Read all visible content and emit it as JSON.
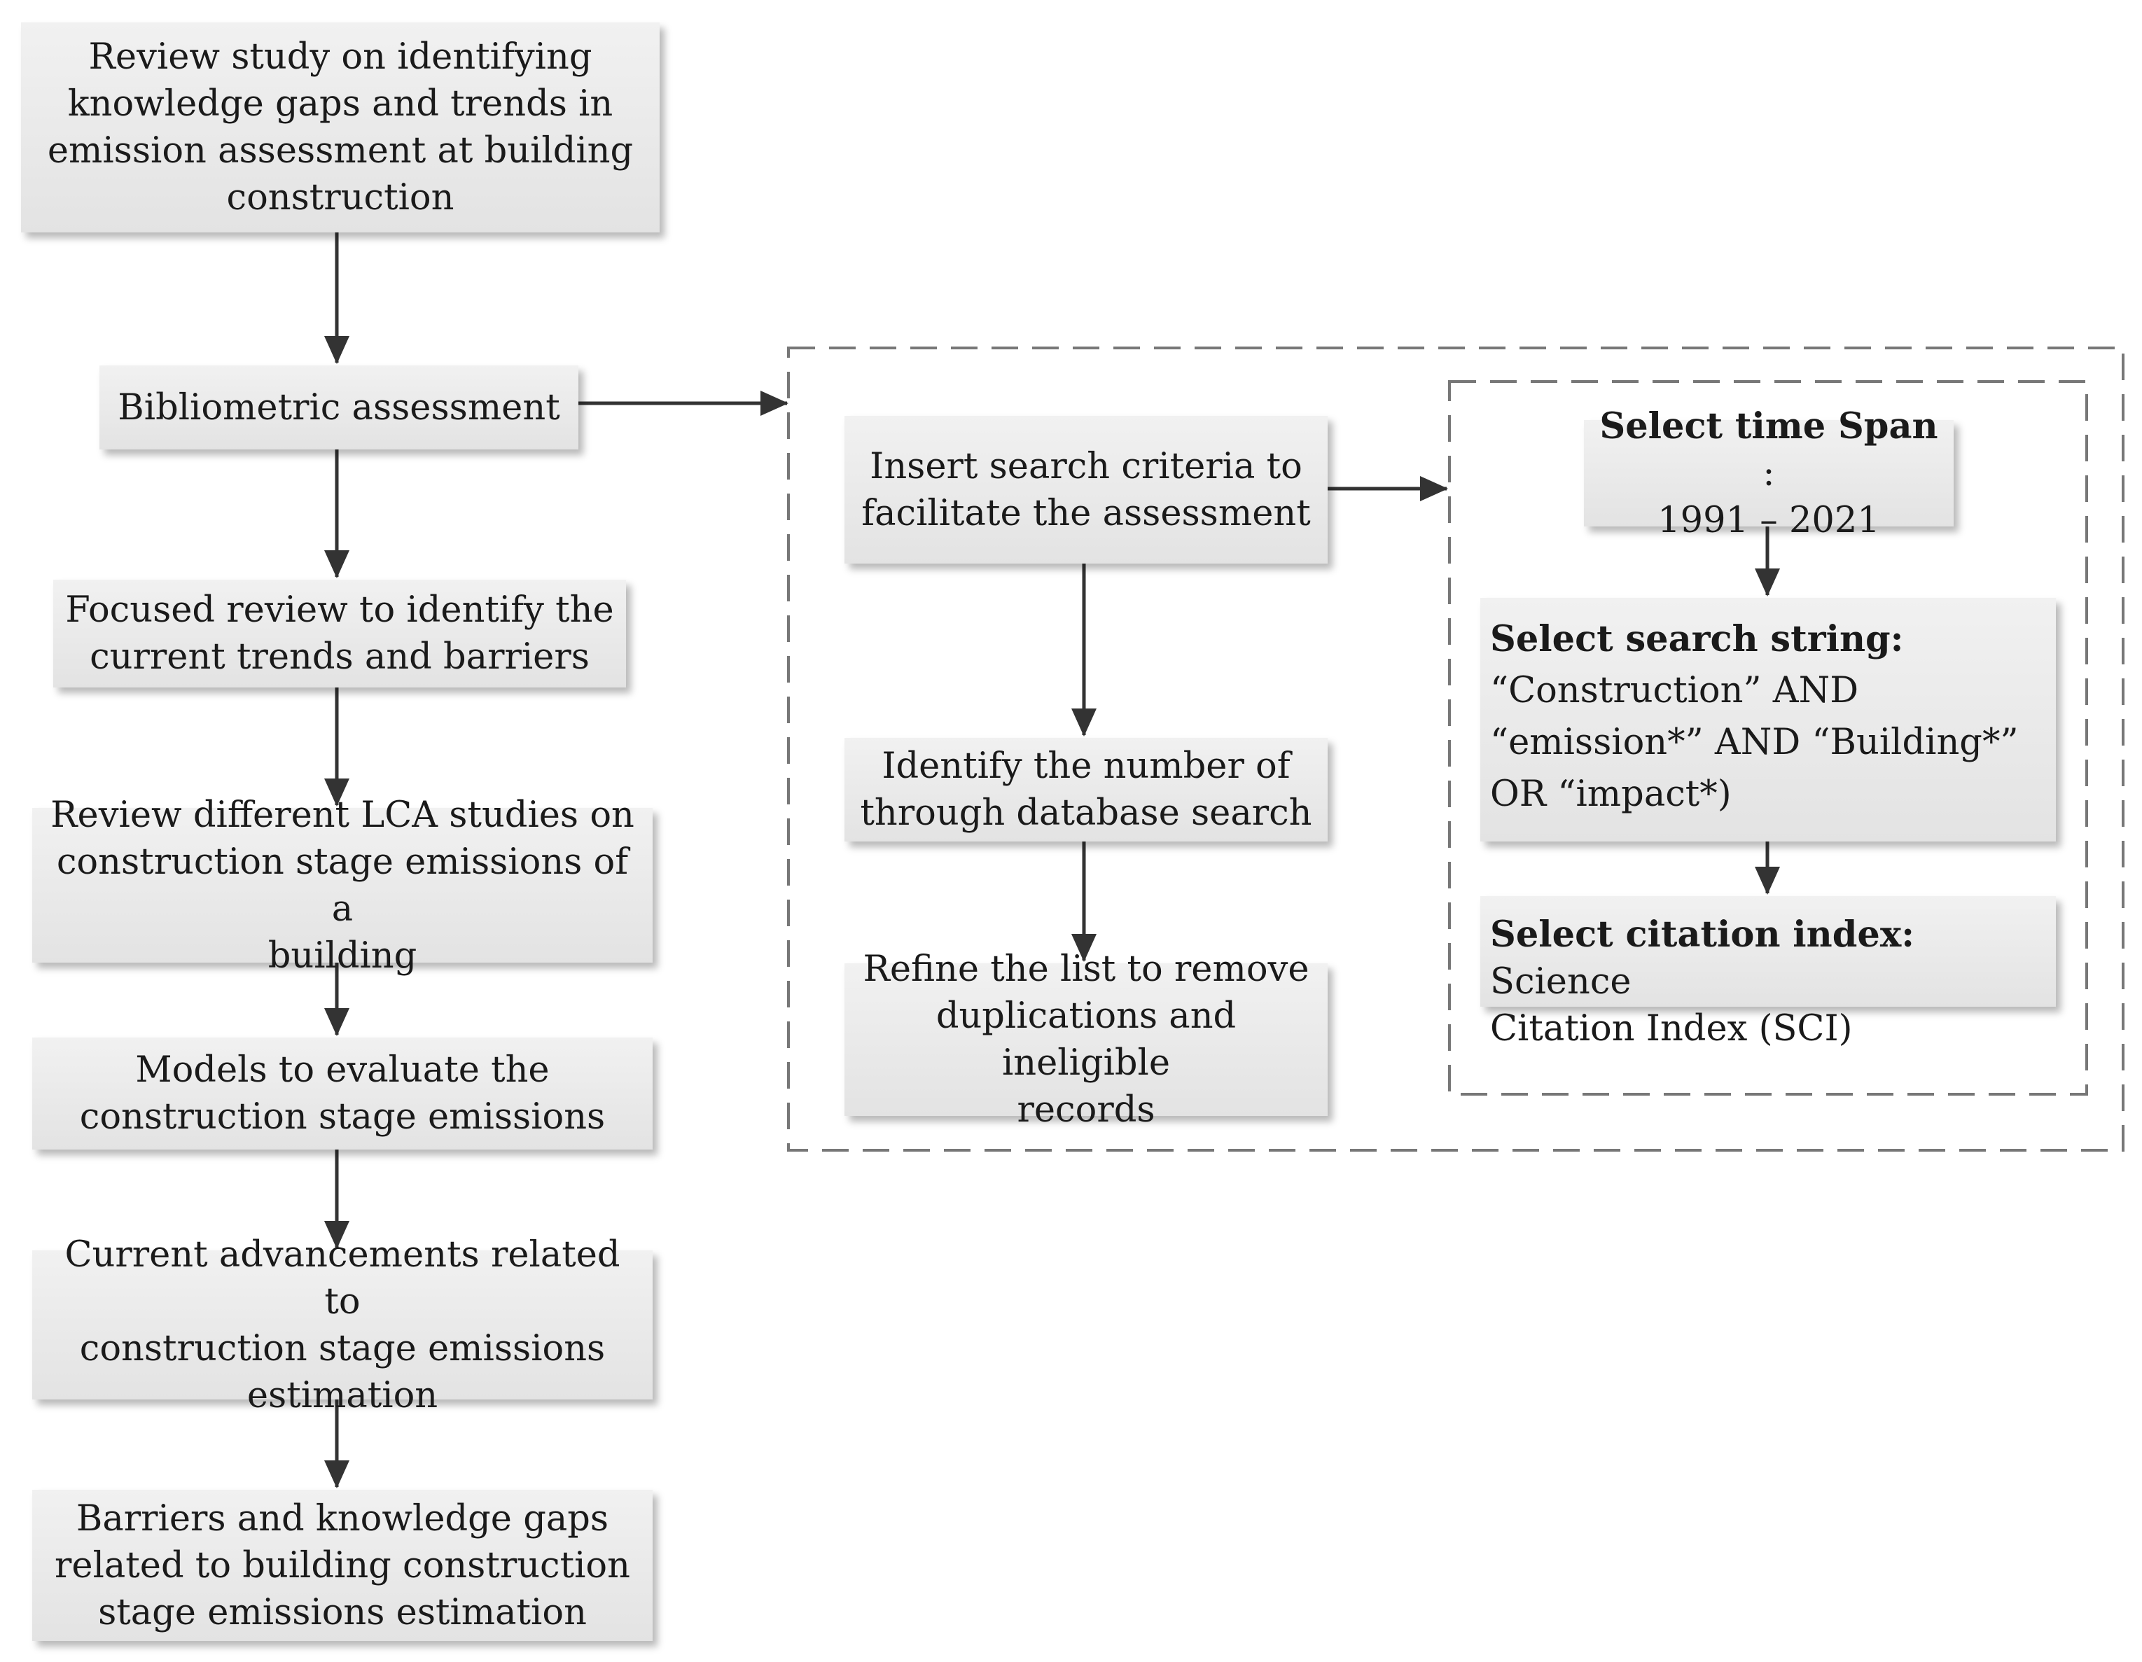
{
  "flow": {
    "step1": [
      "Review study on identifying",
      "knowledge gaps and trends in",
      "emission assessment at building",
      "construction"
    ],
    "step2": [
      "Bibliometric assessment"
    ],
    "step3": [
      "Focused review to identify the",
      "current trends and barriers"
    ],
    "step4": [
      "Review different LCA studies on",
      "construction stage emissions of a",
      "building"
    ],
    "step5": [
      "Models to evaluate the",
      "construction stage emissions"
    ],
    "step6": [
      "Current advancements related to",
      "construction stage emissions",
      "estimation"
    ],
    "step7": [
      "Barriers and knowledge gaps",
      "related to building construction",
      "stage emissions estimation"
    ]
  },
  "bibliometric": {
    "insert": [
      "Insert search criteria to",
      "facilitate the assessment"
    ],
    "identify": [
      "Identify the number of",
      "through database search"
    ],
    "refine": [
      "Refine the list to remove",
      "duplications and ineligible",
      "records"
    ]
  },
  "criteria": {
    "time_span": {
      "label": "Select time Span",
      "colon": ":",
      "value": "1991 – 2021"
    },
    "search_string": {
      "label": "Select search string:",
      "lines": [
        "“Construction” AND",
        "“emission*” AND “Building*”",
        "OR “impact*)"
      ]
    },
    "citation": {
      "label": "Select citation index:",
      "value_inline": " Science",
      "value_line2": "Citation Index (SCI)"
    }
  }
}
